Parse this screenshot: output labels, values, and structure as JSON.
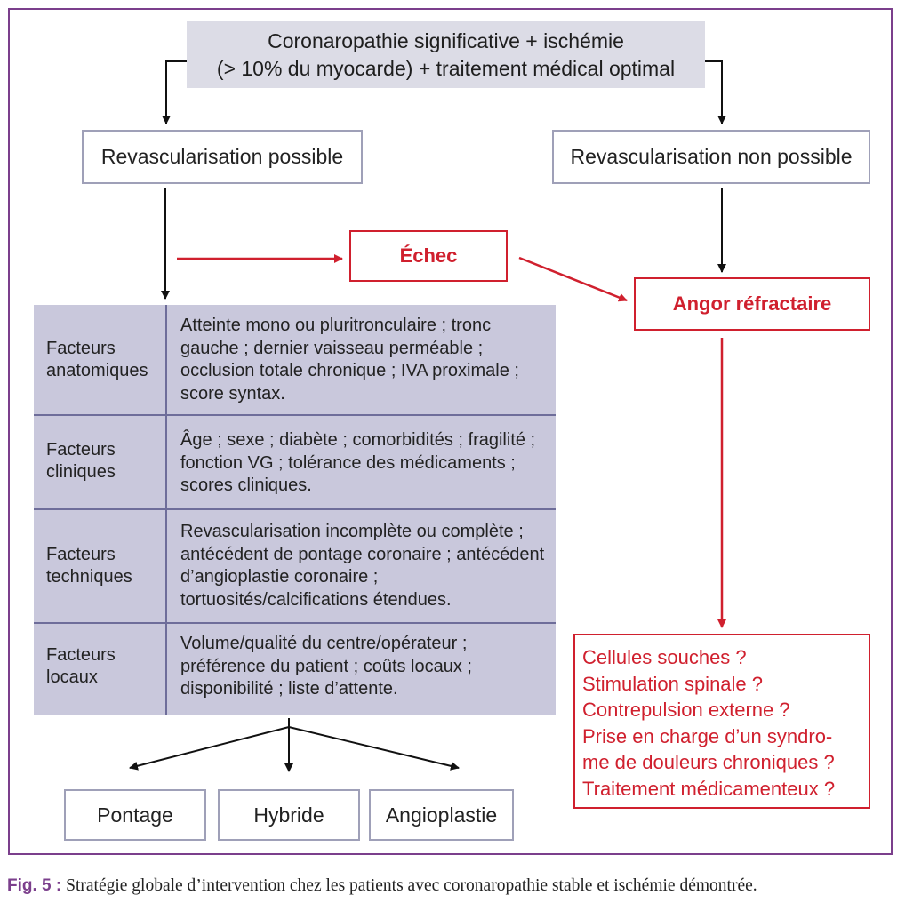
{
  "top": {
    "line1": "Coronaropathie significative + ischémie",
    "line2": "(> 10% du myocarde) + traitement médical optimal"
  },
  "rev_possible": "Revascularisation possible",
  "rev_non_possible": "Revascularisation non possible",
  "echec": "Échec",
  "angor": "Angor réfractaire",
  "factors": [
    {
      "label_lines": [
        "Facteurs",
        "anatomiques"
      ],
      "text_lines": [
        "Atteinte mono ou pluritronculaire ; tronc",
        "gauche ; dernier vaisseau perméable ;",
        "occlusion totale chronique ; IVA proximale ;",
        "score syntax."
      ]
    },
    {
      "label_lines": [
        "Facteurs",
        "cliniques"
      ],
      "text_lines": [
        "Âge ; sexe ; diabète ; comorbidités ; fragilité ;",
        "fonction VG ; tolérance des médicaments ;",
        "scores cliniques."
      ]
    },
    {
      "label_lines": [
        "Facteurs",
        "techniques"
      ],
      "text_lines": [
        "Revascularisation incomplète ou complète ;",
        "antécédent de pontage coronaire ; antécédent",
        "d’angioplastie coronaire ;",
        "tortuosités/calcifications étendues."
      ]
    },
    {
      "label_lines": [
        "Facteurs",
        "locaux"
      ],
      "text_lines": [
        "Volume/qualité du centre/opérateur ;",
        "préférence du patient ; coûts locaux ;",
        "disponibilité ; liste d’attente."
      ]
    }
  ],
  "outcomes": [
    "Pontage",
    "Hybride",
    "Angioplastie"
  ],
  "options": [
    "Cellules souches ?",
    "Stimulation spinale ?",
    "Contrepulsion externe ?",
    "Prise en charge d’un syndro-",
    "me de douleurs chroniques ?",
    "Traitement médicamenteux ?"
  ],
  "caption": {
    "label": "Fig. 5 :",
    "text": "Stratégie globale d’intervention chez les patients avec coronaropathie stable et ischémie démontrée."
  },
  "colors": {
    "frame": "#7b3f8c",
    "red": "#d0202e",
    "table_fill": "#c9c8dc",
    "top_fill": "#dcdce6",
    "box_border": "#9fa0b8"
  }
}
